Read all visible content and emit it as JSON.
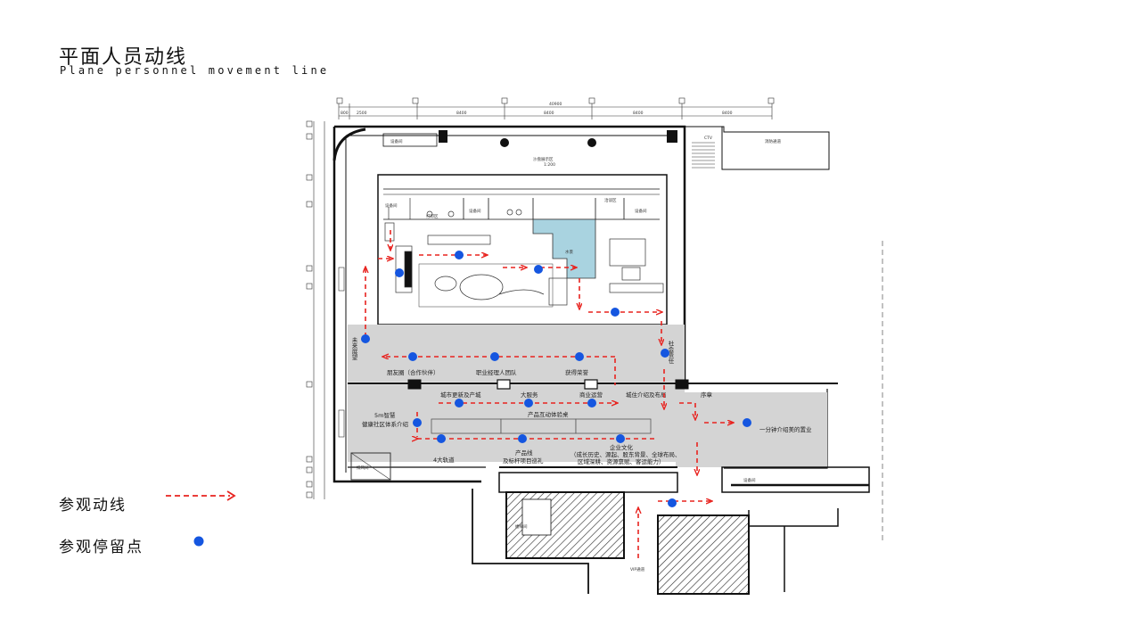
{
  "header": {
    "title": "平面人员动线",
    "subtitle": "Plane personnel movement line"
  },
  "legend": {
    "route_label": "参观动线",
    "stop_label": "参观停留点",
    "route_color": "#e8231f",
    "stop_color": "#1556e0"
  },
  "colors": {
    "corridor_fill": "#d4d4d4",
    "water_fill": "#a9d3e0",
    "wall": "#111111",
    "hatch": "#222222"
  },
  "plan": {
    "top_dimensions": [
      "800",
      "2500",
      "8400",
      "8400",
      "8400",
      "8400"
    ],
    "total_dimension": "40900",
    "zones": {
      "future_display": "未来展望",
      "friends_circle": "朋友圈（合作伙伴）",
      "pro_manager_team": "职业经理人团队",
      "honors": "获得荣誉",
      "social_responsibility": "社会责任",
      "urban_renewal": "城市更新及产城",
      "big_service": "大服务",
      "commercial_ops": "商业运营",
      "residential_layout": "城住介绍及布局",
      "preface": "序章",
      "smart_5m": "5m智慧",
      "health_community": "健康社区体系介绍",
      "product_table": "产品互动体验桌",
      "four_tracks": "4大轨道",
      "product_line": "产品线",
      "benchmark": "及标杆项目巡礼",
      "culture": "企业文化",
      "culture_d1": "（成长历史、源起、股东背景、全球布局、",
      "culture_d2": "区域深耕、资源禀赋、客运能力）",
      "one_minute": "一分钟介绍美的置业",
      "sand_table": "沙盘展示区",
      "scale": "1:200",
      "vip": "VIP通道",
      "fire_passage": "消防通道",
      "equip_room": "设备间",
      "print": "打印区",
      "negotiation": "洽谈区",
      "ctv": "CTV",
      "wind_room": "排风间",
      "water_model": "水景",
      "stair": "楼梯间"
    }
  }
}
